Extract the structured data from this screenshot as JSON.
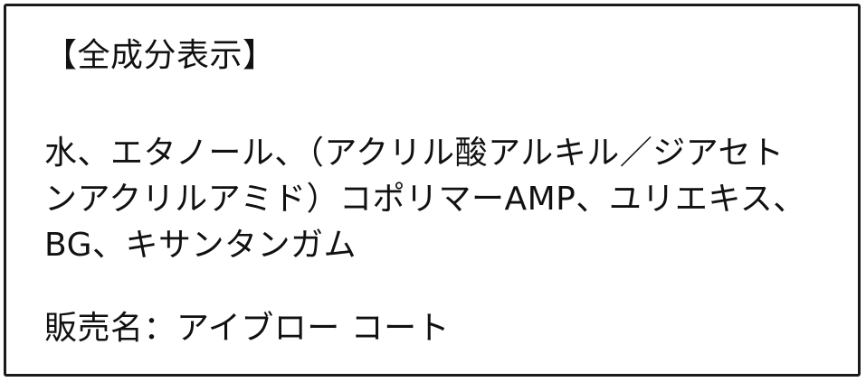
{
  "label": {
    "heading": "【全成分表示】",
    "ingredients_lines": [
      "水、エタノール、（アクリル酸アルキル／ジアセト",
      "ンアクリルアミド）コポリマーAMP、ユリエキス、",
      "BG、キサンタンガム"
    ],
    "sales_name": "販売名：アイブロー コート"
  }
}
